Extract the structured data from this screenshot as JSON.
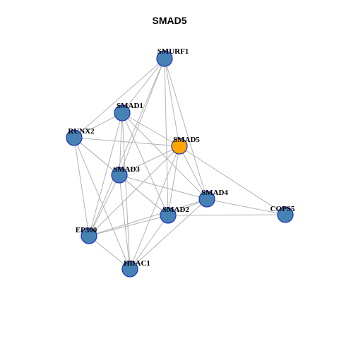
{
  "title": "SMAD5",
  "colors": {
    "node_default": "#4682b4",
    "node_highlight": "#ffa500",
    "node_border": "#1f2fbf",
    "edge": "#b3b3b3"
  },
  "nodes": [
    {
      "id": "SMURF1",
      "label": "SMURF1",
      "highlight": false
    },
    {
      "id": "SMAD1",
      "label": "SMAD1",
      "highlight": false
    },
    {
      "id": "RUNX2",
      "label": "RUNX2",
      "highlight": false
    },
    {
      "id": "SMAD5",
      "label": "SMAD5",
      "highlight": true
    },
    {
      "id": "SMAD3",
      "label": "SMAD3",
      "highlight": false
    },
    {
      "id": "SMAD4",
      "label": "SMAD4",
      "highlight": false
    },
    {
      "id": "COPS5",
      "label": "COPS5",
      "highlight": false
    },
    {
      "id": "SMAD2",
      "label": "SMAD2",
      "highlight": false
    },
    {
      "id": "EP300",
      "label": "EP300",
      "highlight": false
    },
    {
      "id": "HDAC1",
      "label": "HDAC1",
      "highlight": false
    }
  ],
  "edges": [
    [
      "SMURF1",
      "SMAD1"
    ],
    [
      "SMURF1",
      "RUNX2"
    ],
    [
      "SMURF1",
      "SMAD5"
    ],
    [
      "SMURF1",
      "SMAD3"
    ],
    [
      "SMURF1",
      "SMAD4"
    ],
    [
      "SMURF1",
      "SMAD2"
    ],
    [
      "SMURF1",
      "EP300"
    ],
    [
      "SMAD1",
      "RUNX2"
    ],
    [
      "SMAD1",
      "SMAD5"
    ],
    [
      "SMAD1",
      "SMAD3"
    ],
    [
      "SMAD1",
      "SMAD4"
    ],
    [
      "SMAD1",
      "SMAD2"
    ],
    [
      "SMAD1",
      "EP300"
    ],
    [
      "SMAD1",
      "HDAC1"
    ],
    [
      "RUNX2",
      "SMAD5"
    ],
    [
      "RUNX2",
      "SMAD3"
    ],
    [
      "RUNX2",
      "SMAD2"
    ],
    [
      "RUNX2",
      "EP300"
    ],
    [
      "RUNX2",
      "HDAC1"
    ],
    [
      "SMAD5",
      "SMAD3"
    ],
    [
      "SMAD5",
      "SMAD4"
    ],
    [
      "SMAD5",
      "SMAD2"
    ],
    [
      "SMAD5",
      "EP300"
    ],
    [
      "SMAD5",
      "HDAC1"
    ],
    [
      "SMAD5",
      "COPS5"
    ],
    [
      "SMAD3",
      "SMAD4"
    ],
    [
      "SMAD3",
      "SMAD2"
    ],
    [
      "SMAD3",
      "EP300"
    ],
    [
      "SMAD3",
      "HDAC1"
    ],
    [
      "SMAD4",
      "SMAD2"
    ],
    [
      "SMAD4",
      "COPS5"
    ],
    [
      "SMAD4",
      "EP300"
    ],
    [
      "SMAD4",
      "HDAC1"
    ],
    [
      "SMAD2",
      "COPS5"
    ],
    [
      "SMAD2",
      "EP300"
    ],
    [
      "SMAD2",
      "HDAC1"
    ],
    [
      "EP300",
      "HDAC1"
    ]
  ]
}
